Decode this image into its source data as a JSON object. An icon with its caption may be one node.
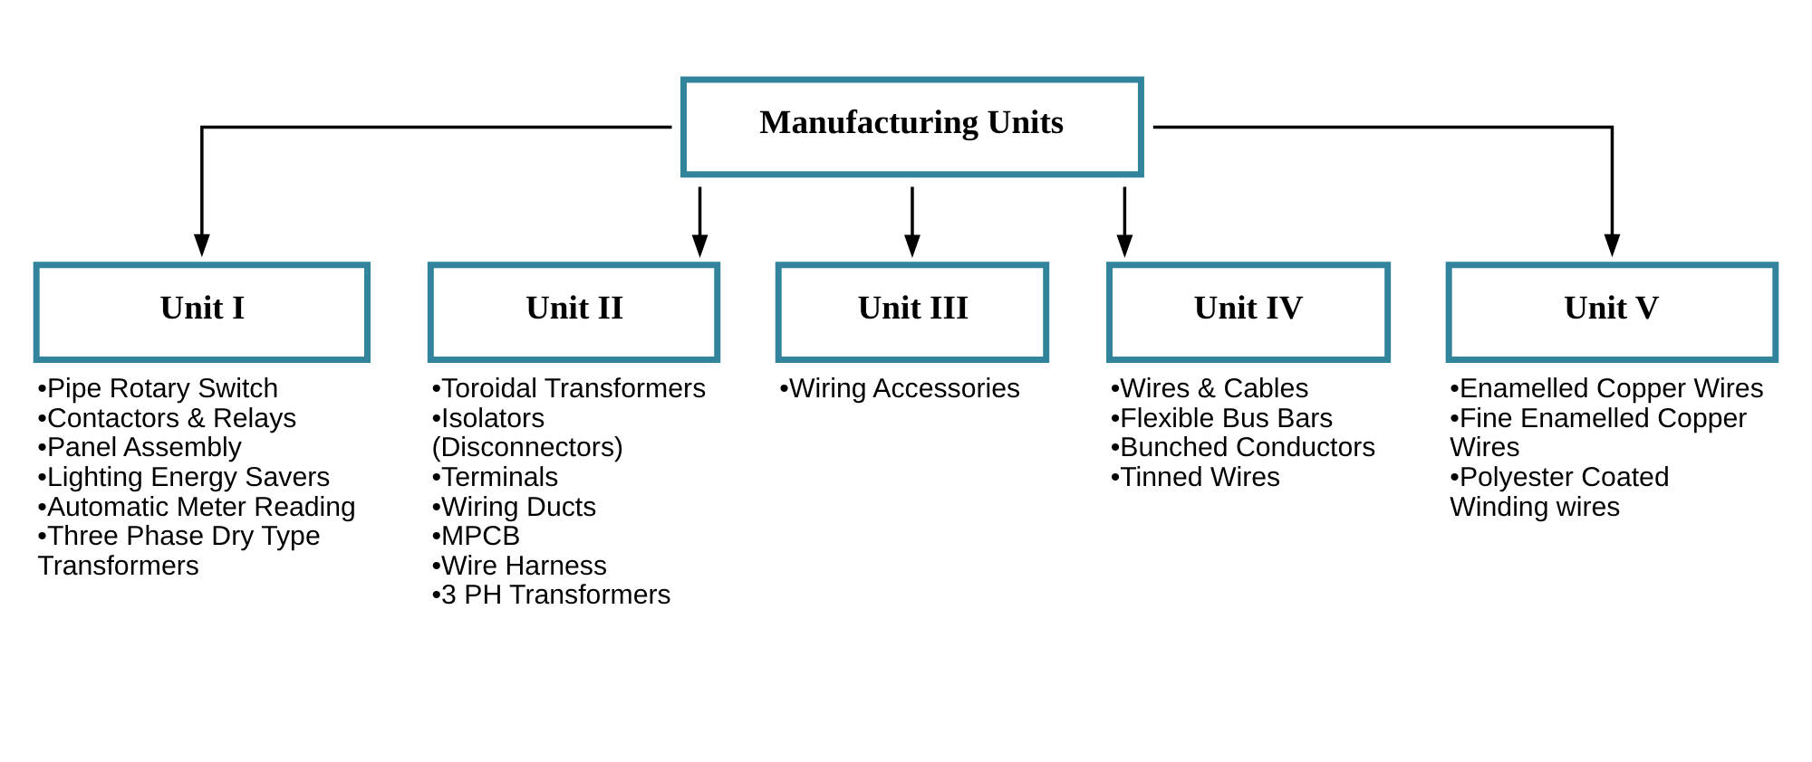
{
  "diagram": {
    "nodes": [
      {
        "text": [
          "Manufacturing Units"
        ]
      },
      {
        "text": [
          "Unit I"
        ],
        "beside": [
          "•Pipe Rotary Switch",
          "•Contactors & Relays",
          "•Panel Assembly",
          "•Lighting Energy Savers",
          "•Automatic Meter Reading",
          "•Three Phase Dry Type Transformers"
        ]
      },
      {
        "text": [
          "Unit II"
        ],
        "beside": [
          "•Toroidal Transformers",
          "•Isolators (Disconnectors)",
          "•Terminals",
          "•Wiring Ducts",
          "•MPCB",
          "•Wire Harness",
          "•3 PH Transformers"
        ]
      },
      {
        "text": [
          "Unit III"
        ],
        "beside": [
          "•Wiring Accessories"
        ]
      },
      {
        "text": [
          "Unit IV"
        ],
        "beside": [
          "•Wires & Cables",
          "•Flexible Bus Bars",
          "•Bunched Conductors",
          "•Tinned Wires"
        ]
      },
      {
        "text": [
          "Unit V"
        ],
        "beside": [
          "•Enamelled Copper Wires",
          "•Fine Enamelled Copper Wires",
          "•Polyester Coated Winding wires"
        ]
      }
    ],
    "edges": [
      {
        "from": 0,
        "to": 1,
        "arrow": "to"
      },
      {
        "from": 0,
        "to": 2,
        "arrow": "to"
      },
      {
        "from": 0,
        "to": 3,
        "arrow": "to"
      },
      {
        "from": 0,
        "to": 4,
        "arrow": "to"
      },
      {
        "from": 0,
        "to": 5,
        "arrow": "to"
      }
    ]
  }
}
